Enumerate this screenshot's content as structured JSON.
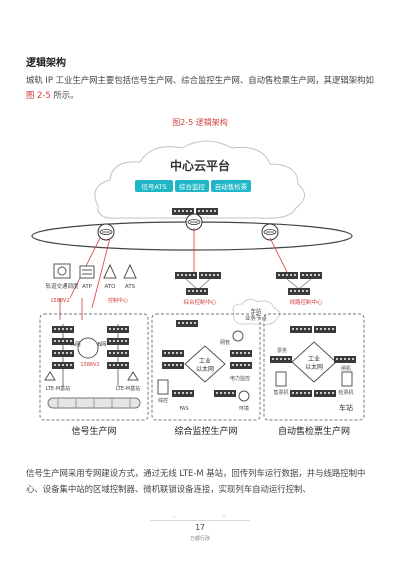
{
  "section": {
    "title": "逻辑架构"
  },
  "intro": {
    "text_before_ref": "城轨 IP 工业生产网主要包括信号生产网、综合监控生产网、自动售检票生产网，其逻辑架构如",
    "figure_ref": "图 2-5",
    "text_after_ref": " 所示。"
  },
  "figure": {
    "caption": "图2-5  逻辑架构",
    "cloud": {
      "title": "中心云平台",
      "services": [
        "信号ATS",
        "综合监控",
        "自动售检票"
      ]
    },
    "signal_top_labels": [
      "轨道交通调度",
      "ATP",
      "ATO",
      "ATS"
    ],
    "center_labels": [
      "综合控制中心",
      "线路控制中心"
    ],
    "link_left_labels": [
      "1588V2",
      "控制中心"
    ],
    "station_bubble": [
      "车站",
      "业务节点"
    ],
    "signal_zone": {
      "labels": [
        "A网",
        "B网",
        "1588V2",
        "LTE-M基站",
        "LTE-M基站"
      ],
      "name": "信号生产网"
    },
    "scada_zone": {
      "core": [
        "工业",
        "以太网"
      ],
      "labels": [
        "网管",
        "环境",
        "电力监控",
        "综控",
        "FAS"
      ],
      "name": "综合监控生产网"
    },
    "afc_zone": {
      "core": [
        "工业",
        "以太网"
      ],
      "labels": [
        "闸机",
        "票务",
        "售票机",
        "检票机"
      ],
      "corner": "车站",
      "name": "自动售检票生产网"
    }
  },
  "body": {
    "paragraph": "信号生产网采用专网建设方式，通过无线 LTE-M 基站，回传列车运行数据，并与线路控制中心、设备集中站的区域控制器、微机联锁设备连接，实现列车自动运行控制、"
  },
  "footer": {
    "page_number": "17",
    "publisher": "万都行政"
  },
  "colors": {
    "accent_red": "#d23c3c",
    "cloud_teal": "#1fb7c6",
    "device_dark": "#3a3a3a",
    "zone_border": "#777777"
  }
}
